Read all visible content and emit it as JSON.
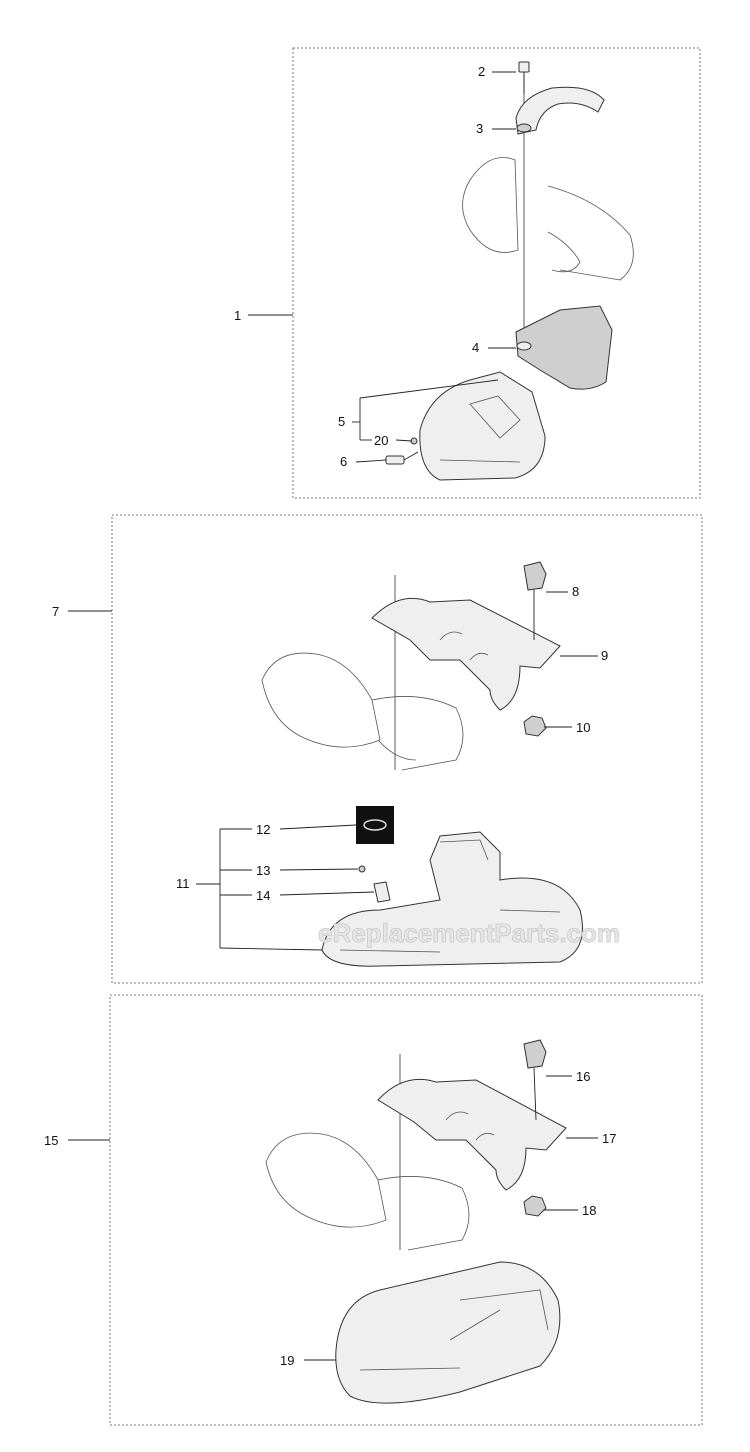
{
  "watermark": "eReplacementParts.com",
  "groups": [
    {
      "id": "g1",
      "label": "1",
      "callouts": [
        "2",
        "3",
        "4",
        "5",
        "20",
        "6"
      ]
    },
    {
      "id": "g7",
      "label": "7",
      "callouts": [
        "8",
        "9",
        "10",
        "11",
        "12",
        "13",
        "14"
      ]
    },
    {
      "id": "g15",
      "label": "15",
      "callouts": [
        "16",
        "17",
        "18",
        "19"
      ]
    }
  ],
  "labels": {
    "l1": "1",
    "l2": "2",
    "l3": "3",
    "l4": "4",
    "l5": "5",
    "l6": "6",
    "l7": "7",
    "l8": "8",
    "l9": "9",
    "l10": "10",
    "l11": "11",
    "l12": "12",
    "l13": "13",
    "l14": "14",
    "l15": "15",
    "l16": "16",
    "l17": "17",
    "l18": "18",
    "l19": "19",
    "l20": "20"
  }
}
